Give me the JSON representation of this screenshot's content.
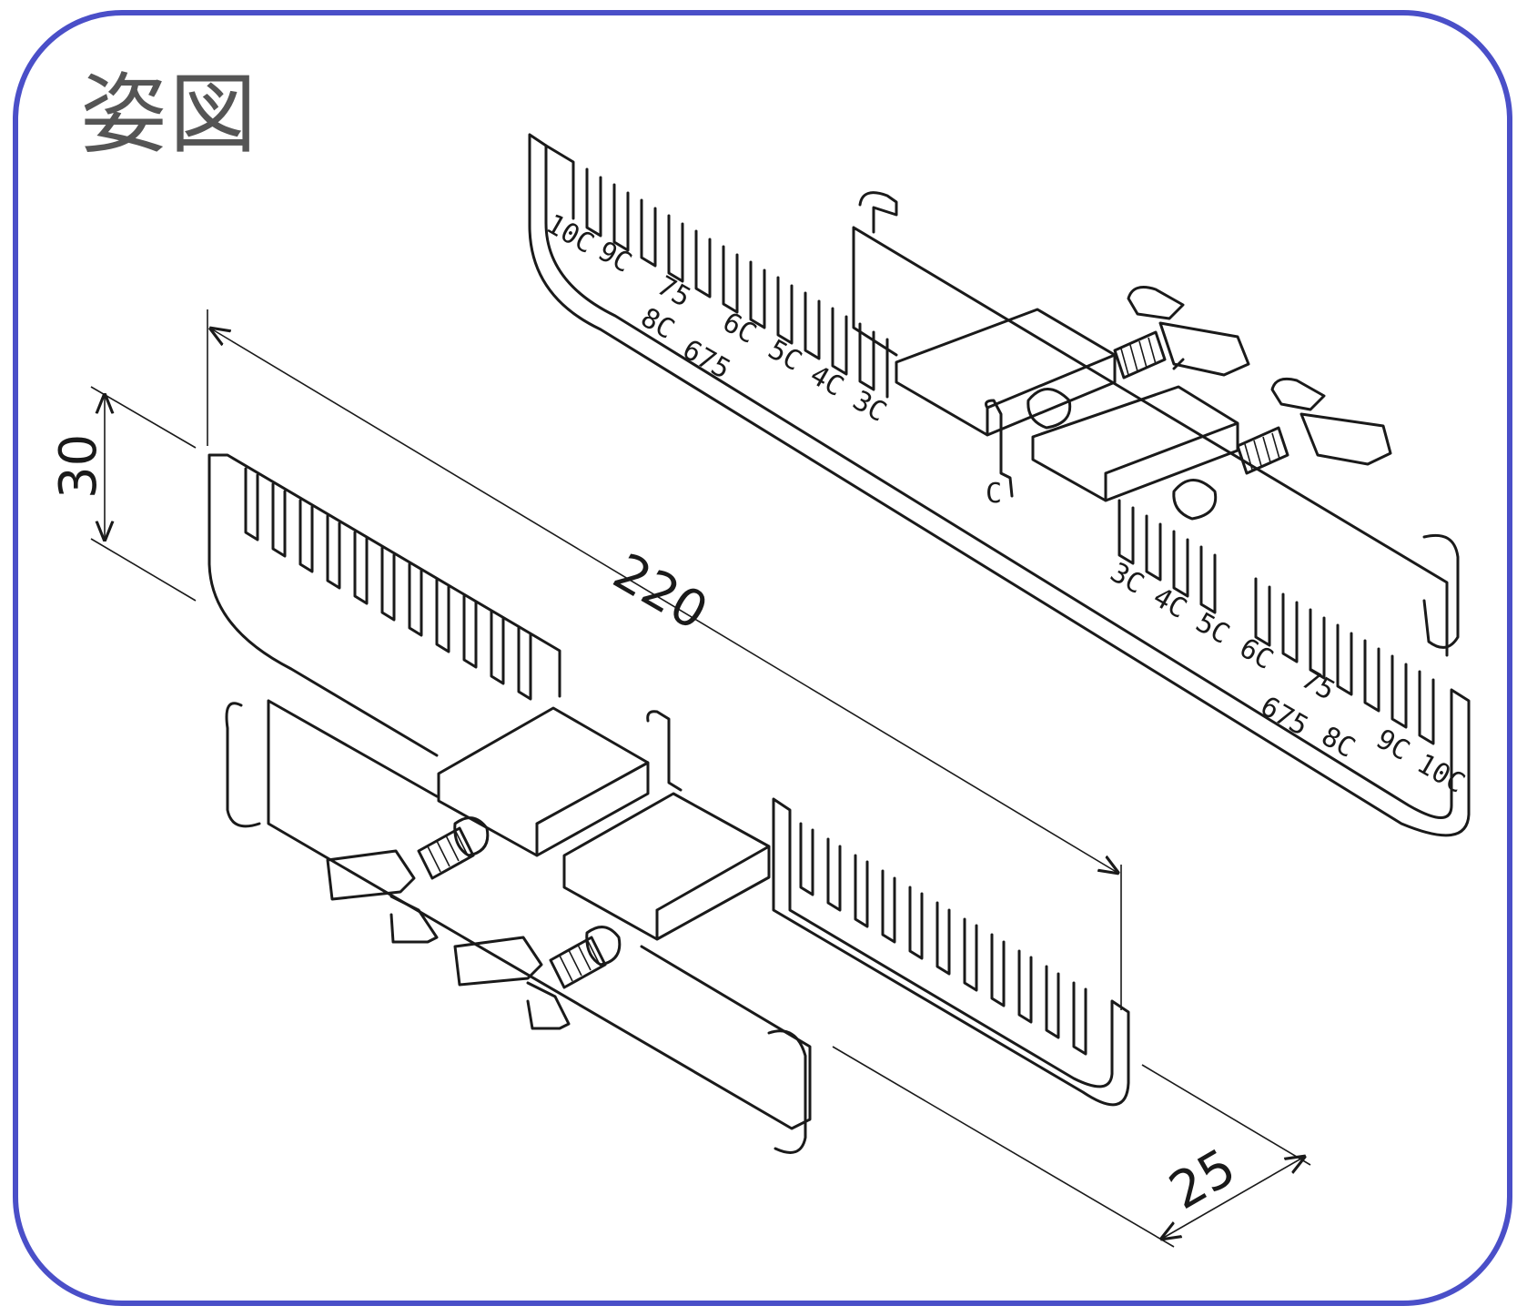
{
  "title": "姿図",
  "dimensions": {
    "length": "220",
    "height": "30",
    "depth": "25"
  },
  "scale_labels_left": [
    "10C",
    "9C",
    "75",
    "8C",
    "6C",
    "675",
    "5C",
    "4C",
    "3C"
  ],
  "center_label": "C",
  "scale_labels_right": [
    "3C",
    "4C",
    "5C",
    "6C",
    "75",
    "675",
    "8C",
    "9C",
    "10C"
  ],
  "colors": {
    "frame": "#4a4fc8",
    "line": "#1a1a1a",
    "title": "#555555"
  }
}
